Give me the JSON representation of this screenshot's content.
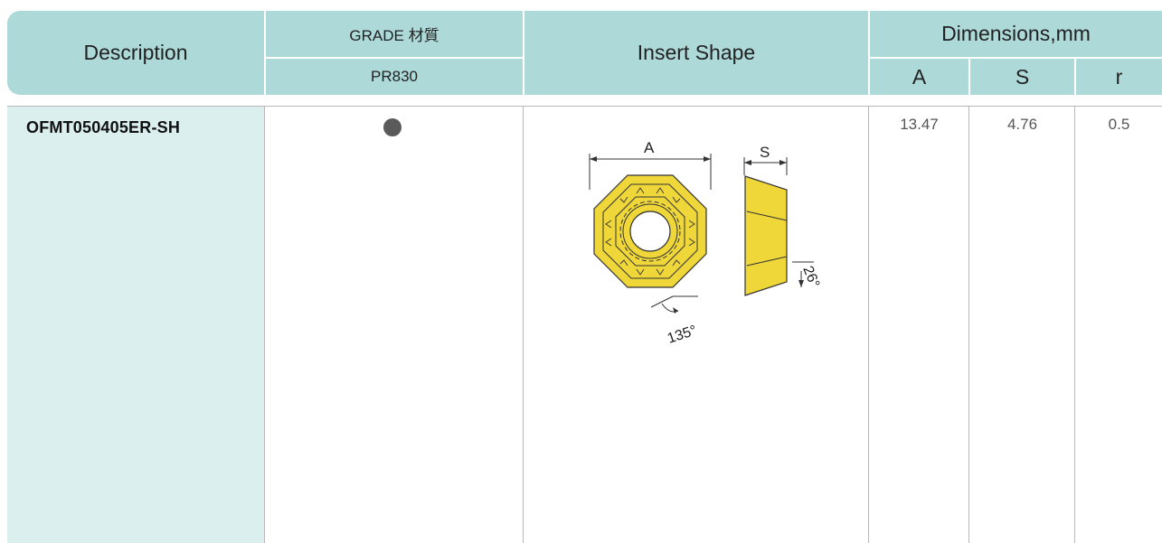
{
  "header": {
    "description": "Description",
    "grade": "GRADE 材質",
    "grade_name": "PR830",
    "insert_shape": "Insert Shape",
    "dimensions": "Dimensions,mm",
    "dim_a": "A",
    "dim_s": "S",
    "dim_r": "r"
  },
  "row": {
    "description": "OFMT050405ER-SH",
    "grade_available": true,
    "a": "13.47",
    "s": "4.76",
    "r": "0.5"
  },
  "diagram": {
    "label_a": "A",
    "label_s": "S",
    "angle_corner": "135°",
    "angle_side": "26°",
    "insert_color": "#efd73a"
  },
  "colors": {
    "header_bg": "#add9d9",
    "desc_bg": "#dbefef",
    "dot": "#5a5a5a"
  }
}
